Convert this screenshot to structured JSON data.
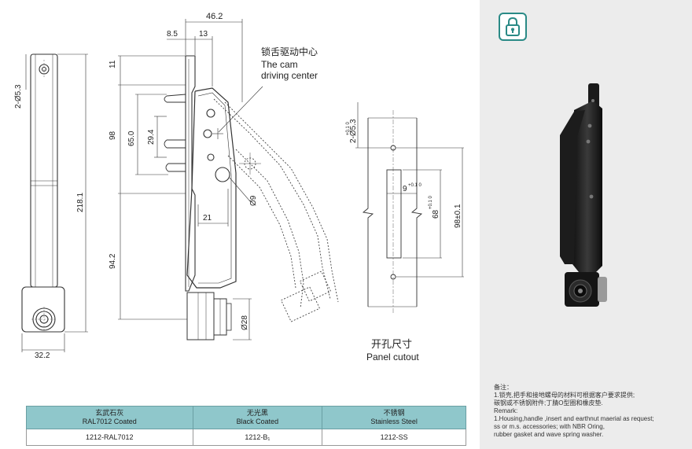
{
  "dims": {
    "d_46_2": "46.2",
    "d_8_5": "8.5",
    "d_13": "13",
    "d_11": "11",
    "d_98": "98",
    "d_65": "65.0",
    "d_29_4": "29.4",
    "d_218_1": "218.1",
    "d_94_2": "94.2",
    "d_21": "21",
    "d_phi9": "Ø9",
    "d_phi28": "Ø28",
    "d_32_2": "32.2",
    "d_2phi5_3": "2-Ø5.3"
  },
  "cam_label": {
    "cn": "锁舌驱动中心",
    "en1": "The cam",
    "en2": "driving center"
  },
  "cutout": {
    "d_2phi5_3": "2-Ø5.3",
    "d_2phi5_3_tol": "+0.1 0",
    "d_9": "9",
    "d_9_tol": "+0.1 0",
    "d_68": "68",
    "d_68_tol": "+0.1 0",
    "d_98": "98±0.1",
    "label_cn": "开孔尺寸",
    "label_en": "Panel cutout"
  },
  "side": {
    "icon": "lock-icon",
    "accent": "#2a8a86"
  },
  "remarks": {
    "title_cn": "备注：",
    "line1_cn": "1.锁壳,把手和接地螺母的材料可根据客户要求提供;",
    "line2_cn": "碳钢或不锈钢附件;丁腈O型圈和橡皮垫.",
    "title_en": "Remark:",
    "line1_en": "1.Housing,handle ,insert and earthnut maerial as request;",
    "line2_en": "ss or m.s. accessories; with NBR Oring,",
    "line3_en": "rubber gasket and wave spring washer."
  },
  "table": {
    "headers": [
      {
        "cn": "玄武石灰",
        "en": "RAL7012 Coated"
      },
      {
        "cn": "无光黑",
        "en": "Black Coated"
      },
      {
        "cn": "不锈钢",
        "en": "Stainless Steel"
      }
    ],
    "codes": [
      "1212-RAL7012",
      "1212-B₁",
      "1212-SS"
    ],
    "header_color": "#8fc7cb"
  }
}
